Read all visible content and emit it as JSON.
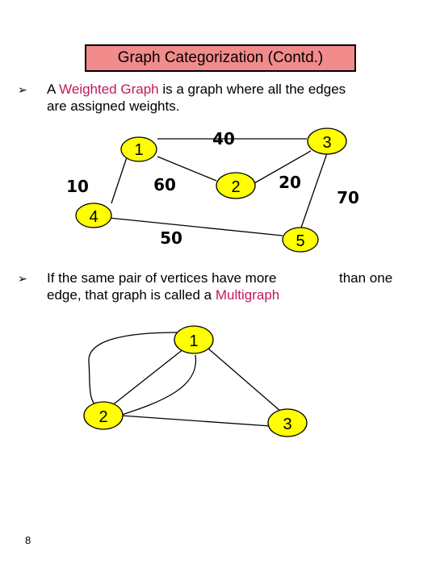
{
  "slide": {
    "title": "Graph Categorization (Contd.)",
    "page_number": "8"
  },
  "bullet1": {
    "prefix": "A ",
    "highlight": "Weighted Graph",
    "line1_rest": " is a graph where all the edges",
    "line2": "are assigned weights."
  },
  "bullet2": {
    "line1_start": "If the same pair of vertices have more",
    "line1_end": "than one",
    "line2_start": "edge, that graph is called a ",
    "highlight": "Multigraph"
  },
  "weighted_graph": {
    "nodes": {
      "n1": "1",
      "n2": "2",
      "n3": "3",
      "n4": "4",
      "n5": "5"
    },
    "weights": {
      "w1_3": "40",
      "w1_4": "10",
      "w1_2": "60",
      "w2_3": "20",
      "w3_5": "70",
      "w4_5": "50"
    }
  },
  "multigraph": {
    "nodes": {
      "n1": "1",
      "n2": "2",
      "n3": "3"
    }
  },
  "colors": {
    "title_fill": "#f28b8b",
    "highlight": "#c2185b",
    "node_fill": "#ffff00"
  }
}
